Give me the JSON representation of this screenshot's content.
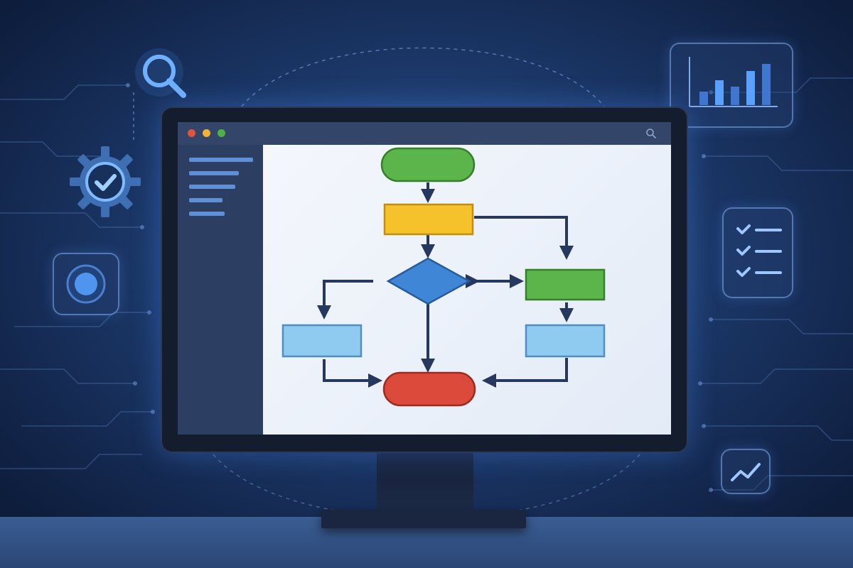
{
  "theme": {
    "background": "#12254a",
    "accent": "#5aa0ff",
    "window_dots": [
      "#e0533f",
      "#f2b233",
      "#4fb048"
    ]
  },
  "window": {
    "controls": [
      "close-dot",
      "minimize-dot",
      "maximize-dot"
    ],
    "search_icon": "search-icon"
  },
  "sidebar": {
    "items": [
      {
        "fill": 1.0
      },
      {
        "fill": 0.78
      },
      {
        "fill": 0.72
      },
      {
        "fill": 0.52
      },
      {
        "fill": 0.55
      }
    ]
  },
  "flowchart": {
    "nodes": [
      {
        "id": "start",
        "shape": "terminal",
        "color": "#5bb54a"
      },
      {
        "id": "process",
        "shape": "process",
        "color": "#f5c22b"
      },
      {
        "id": "decision",
        "shape": "decision",
        "color": "#3f86d6"
      },
      {
        "id": "right-process",
        "shape": "process",
        "color": "#5bb54a"
      },
      {
        "id": "left-step",
        "shape": "process",
        "color": "#8fcaf0"
      },
      {
        "id": "right-step",
        "shape": "process",
        "color": "#8fcaf0"
      },
      {
        "id": "end",
        "shape": "terminal",
        "color": "#db4a3a"
      }
    ],
    "edges": [
      [
        "start",
        "process"
      ],
      [
        "process",
        "decision"
      ],
      [
        "process",
        "right-process"
      ],
      [
        "decision",
        "left-step"
      ],
      [
        "decision",
        "end"
      ],
      [
        "decision",
        "right-process"
      ],
      [
        "right-process",
        "right-step"
      ],
      [
        "left-step",
        "end"
      ],
      [
        "right-step",
        "end"
      ]
    ]
  },
  "widgets": {
    "left": [
      "magnifier-icon",
      "gear-check-icon",
      "toggle-button-icon"
    ],
    "right": [
      "bar-chart-icon",
      "checklist-icon",
      "trend-line-icon"
    ],
    "bar_chart_levels": [
      0.3,
      0.55,
      0.4,
      0.75,
      0.9
    ]
  }
}
